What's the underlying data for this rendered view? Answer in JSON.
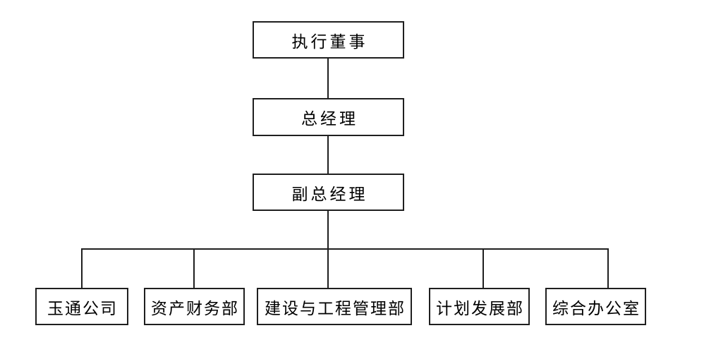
{
  "org": {
    "diagram_type": "organization-chart",
    "root": {
      "label": "执行董事"
    },
    "level2": {
      "label": "总经理"
    },
    "level3": {
      "label": "副总经理"
    },
    "departments": [
      {
        "label": "玉通公司"
      },
      {
        "label": "资产财务部"
      },
      {
        "label": "建设与工程管理部"
      },
      {
        "label": "计划发展部"
      },
      {
        "label": "综合办公室"
      }
    ]
  },
  "colors": {
    "line": "#1f1f1f",
    "text": "#000000",
    "background": "#ffffff"
  }
}
